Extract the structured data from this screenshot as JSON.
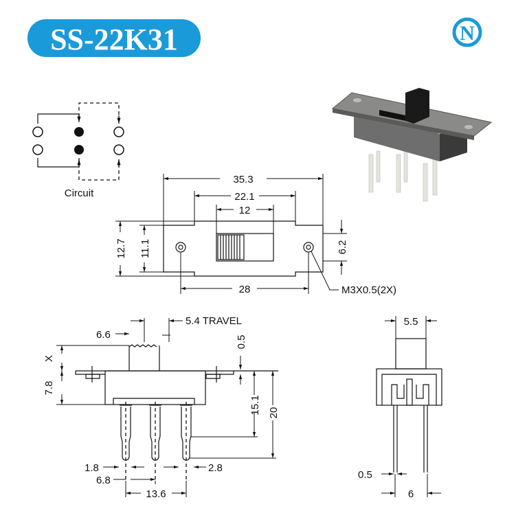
{
  "title": "SS-22K31",
  "logo_letter": "N",
  "brand_color": "#1a9ad9",
  "circuit_label": "Circuit",
  "top_view": {
    "overall_length": "35.3",
    "body_length": "22.1",
    "slot_length": "12",
    "hole_spacing": "28",
    "flange_height": "12.7",
    "body_height": "11.1",
    "hole_offset": "6.2",
    "screw_note": "M3X0.5(2X)"
  },
  "side_view": {
    "travel": "5.4 TRAVEL",
    "knob_width": "6.6",
    "actuator_height": "X",
    "flange_thickness": "0.5",
    "body_depth": "7.8",
    "pin_shoulder": "15.1",
    "total_height": "20",
    "pin_width": "1.8",
    "pin_pitch": "6.8",
    "pin_span": "13.6",
    "pin_tab": "2.8"
  },
  "end_view": {
    "knob_width": "5.5",
    "pin_thickness": "0.5",
    "row_spacing": "6"
  }
}
